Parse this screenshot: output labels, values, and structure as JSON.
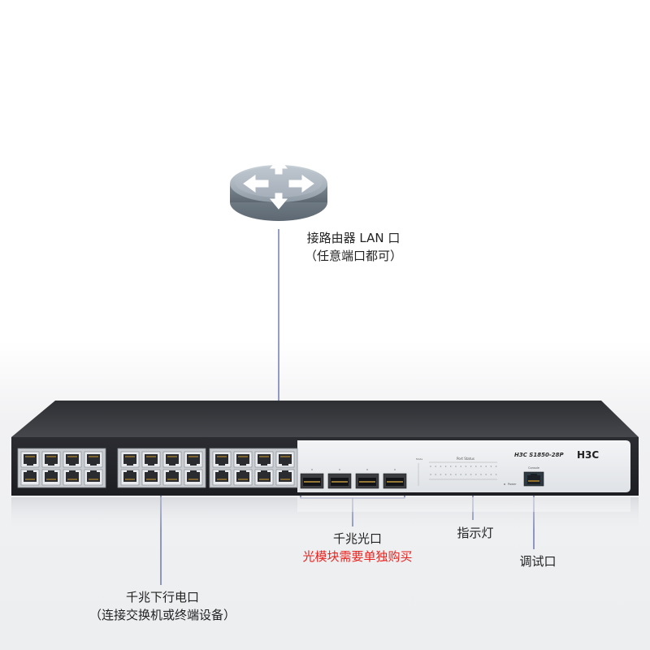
{
  "router": {
    "label_line1": "接路由器 LAN 口",
    "label_line2": "（任意端口都可）"
  },
  "switch": {
    "model": "H3C  S1850-28P",
    "brand": "H3C",
    "port_status": "Port Status",
    "power": "Power",
    "console": "Console"
  },
  "callouts": {
    "sfp_line1": "千兆光口",
    "sfp_line2": "光模块需要单独购买",
    "indicator": "指示灯",
    "console": "调试口",
    "copper_line1": "千兆下行电口",
    "copper_line2": "（连接交换机或终端设备）"
  },
  "colors": {
    "line": "#2c3e8f",
    "red_text": "#e8231f",
    "chassis": "#3a3b40"
  }
}
